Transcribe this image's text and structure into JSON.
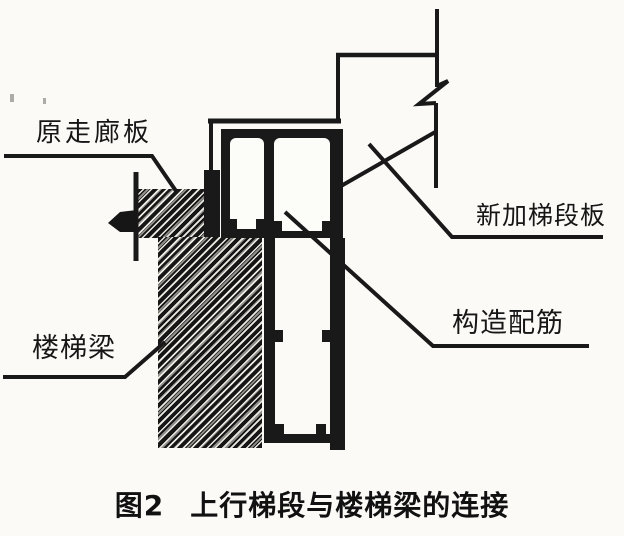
{
  "figure": {
    "type": "technical-detail-drawing",
    "caption": {
      "number": "图2",
      "title": "上行梯段与楼梯梁的连接"
    },
    "callouts": [
      {
        "id": "corridor-slab",
        "label": "原走廊板"
      },
      {
        "id": "new-stair-slab",
        "label": "新加梯段板"
      },
      {
        "id": "structural-rebar",
        "label": "构造配筋"
      },
      {
        "id": "stair-beam",
        "label": "楼梯梁"
      }
    ],
    "colors": {
      "ink": "#1a1a1a",
      "paper": "#fbfaf7"
    }
  }
}
